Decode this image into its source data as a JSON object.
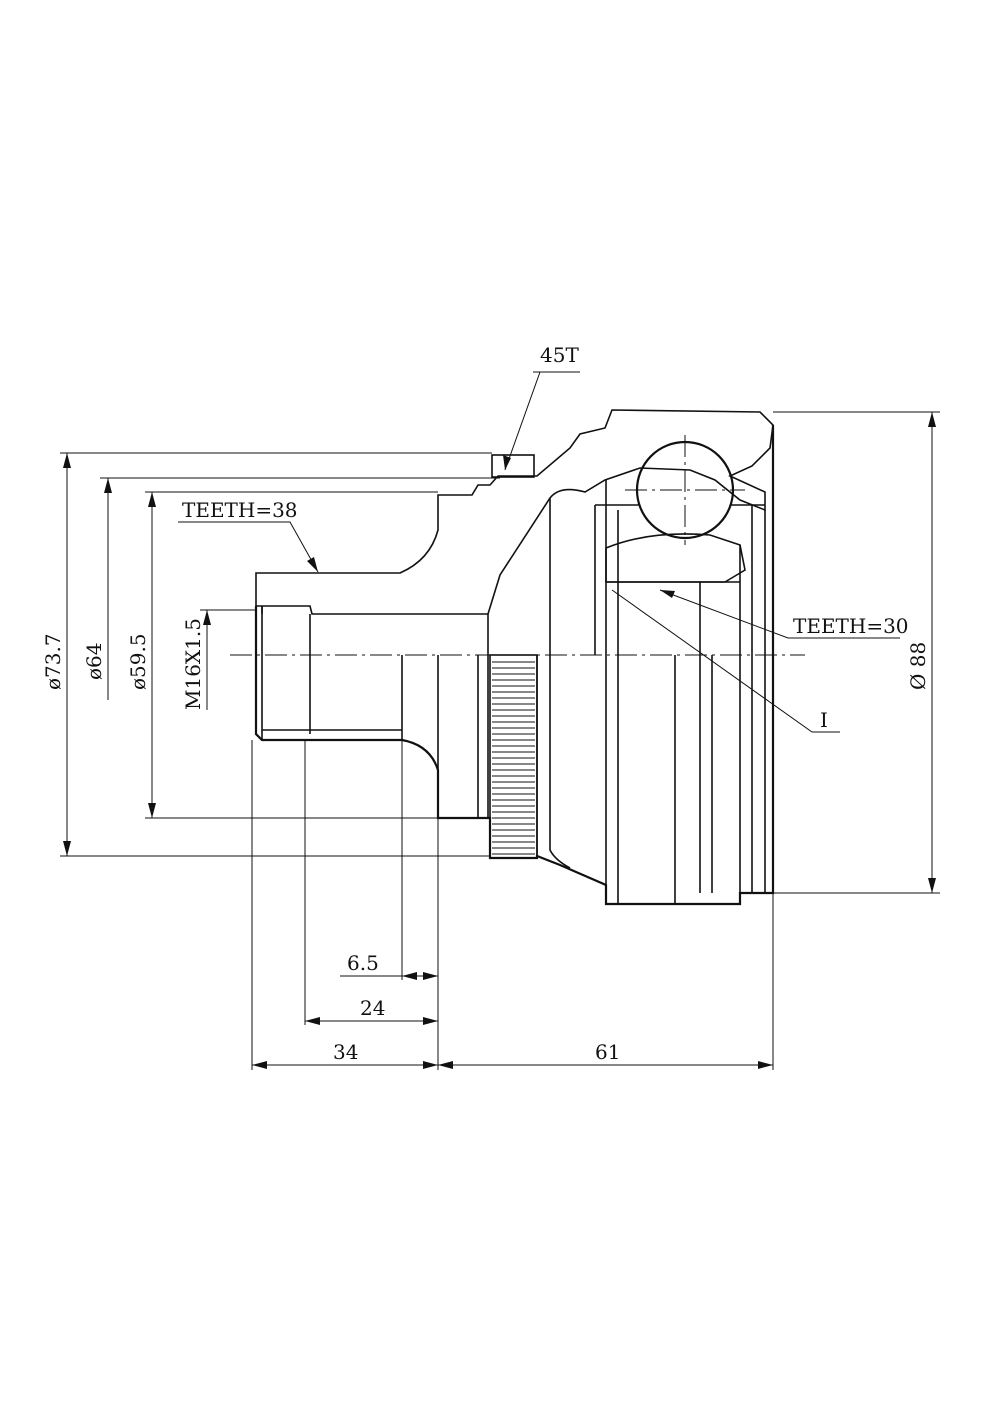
{
  "labels": {
    "abs_ring": "45T",
    "spline_outer": "TEETH=38",
    "spline_inner": "TEETH=30",
    "detail": "I",
    "thread": "M16X1.5",
    "dia_737": "ø73.7",
    "dia_64": "ø64",
    "dia_595": "ø59.5",
    "dia_88": "Ø 88",
    "len_65": "6.5",
    "len_24": "24",
    "len_34": "34",
    "len_61": "61"
  },
  "colors": {
    "line": "#111111",
    "background": "#ffffff"
  }
}
